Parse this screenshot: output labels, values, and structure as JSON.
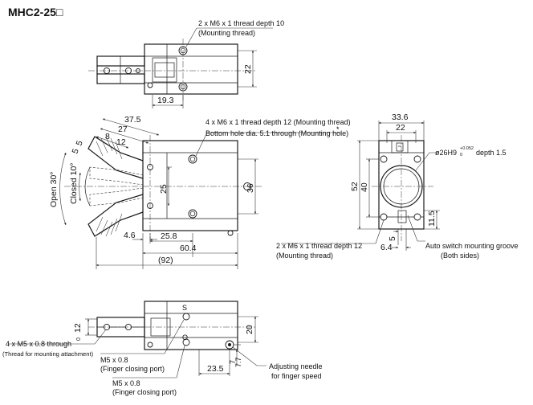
{
  "title": "MHC2-25□",
  "top_view": {
    "note_line1": "2 x M6 x 1 thread depth 10",
    "note_line2": "(Mounting thread)",
    "dim_width": "19.3",
    "dim_height": "22"
  },
  "front_view": {
    "note_line1": "4 x M6 x 1 thread depth 12 (Mounting thread)",
    "note_line2": "Bottom hole dia. 5.1 through (Mounting hole)",
    "note_star": "*",
    "dim_37_5": "37.5",
    "dim_27": "27",
    "dim_8": "8",
    "dim_12": "12",
    "dim_5a": "5",
    "dim_5b": "5",
    "dim_25": "25",
    "dim_36": "36",
    "dim_4_6": "4.6",
    "dim_25_8": "25.8",
    "dim_60_4": "60.4",
    "dim_92": "(92)",
    "open_angle": "Open 30°",
    "closed_angle": "Closed 10°"
  },
  "side_view": {
    "dim_33_6": "33.6",
    "dim_22": "22",
    "dim_52": "52",
    "dim_40": "40",
    "dim_11_5": "11.5",
    "dim_5": "5",
    "dim_6_4": "6.4",
    "bore_prefix": "ø26H9",
    "bore_tol_upper": "+0.052",
    "bore_tol_lower": "0",
    "bore_suffix": "depth 1.5",
    "note_line1": "2 x M6 x 1 thread depth 12",
    "note_line2": "(Mounting thread)",
    "groove_line1": "Auto switch mounting groove",
    "groove_line2": "(Both sides)"
  },
  "bottom_view": {
    "dim_12": "12",
    "dim_0": "0",
    "dim_20": "20",
    "dim_23_5": "23.5",
    "dim_7": "7",
    "dim_7_7": "7.7",
    "through_line1": "4 x M5 x 0.8 through",
    "through_line2": "(Thread for mounting attachment)",
    "port1_line1": "M5 x 0.8",
    "port1_line2": "(Finger closing port)",
    "port2_line1": "M5 x 0.8",
    "port2_line2": "(Finger closing port)",
    "needle_line1": "Adjusting needle",
    "needle_line2": "for finger speed",
    "letter_s": "S",
    "letter_o": "O"
  }
}
